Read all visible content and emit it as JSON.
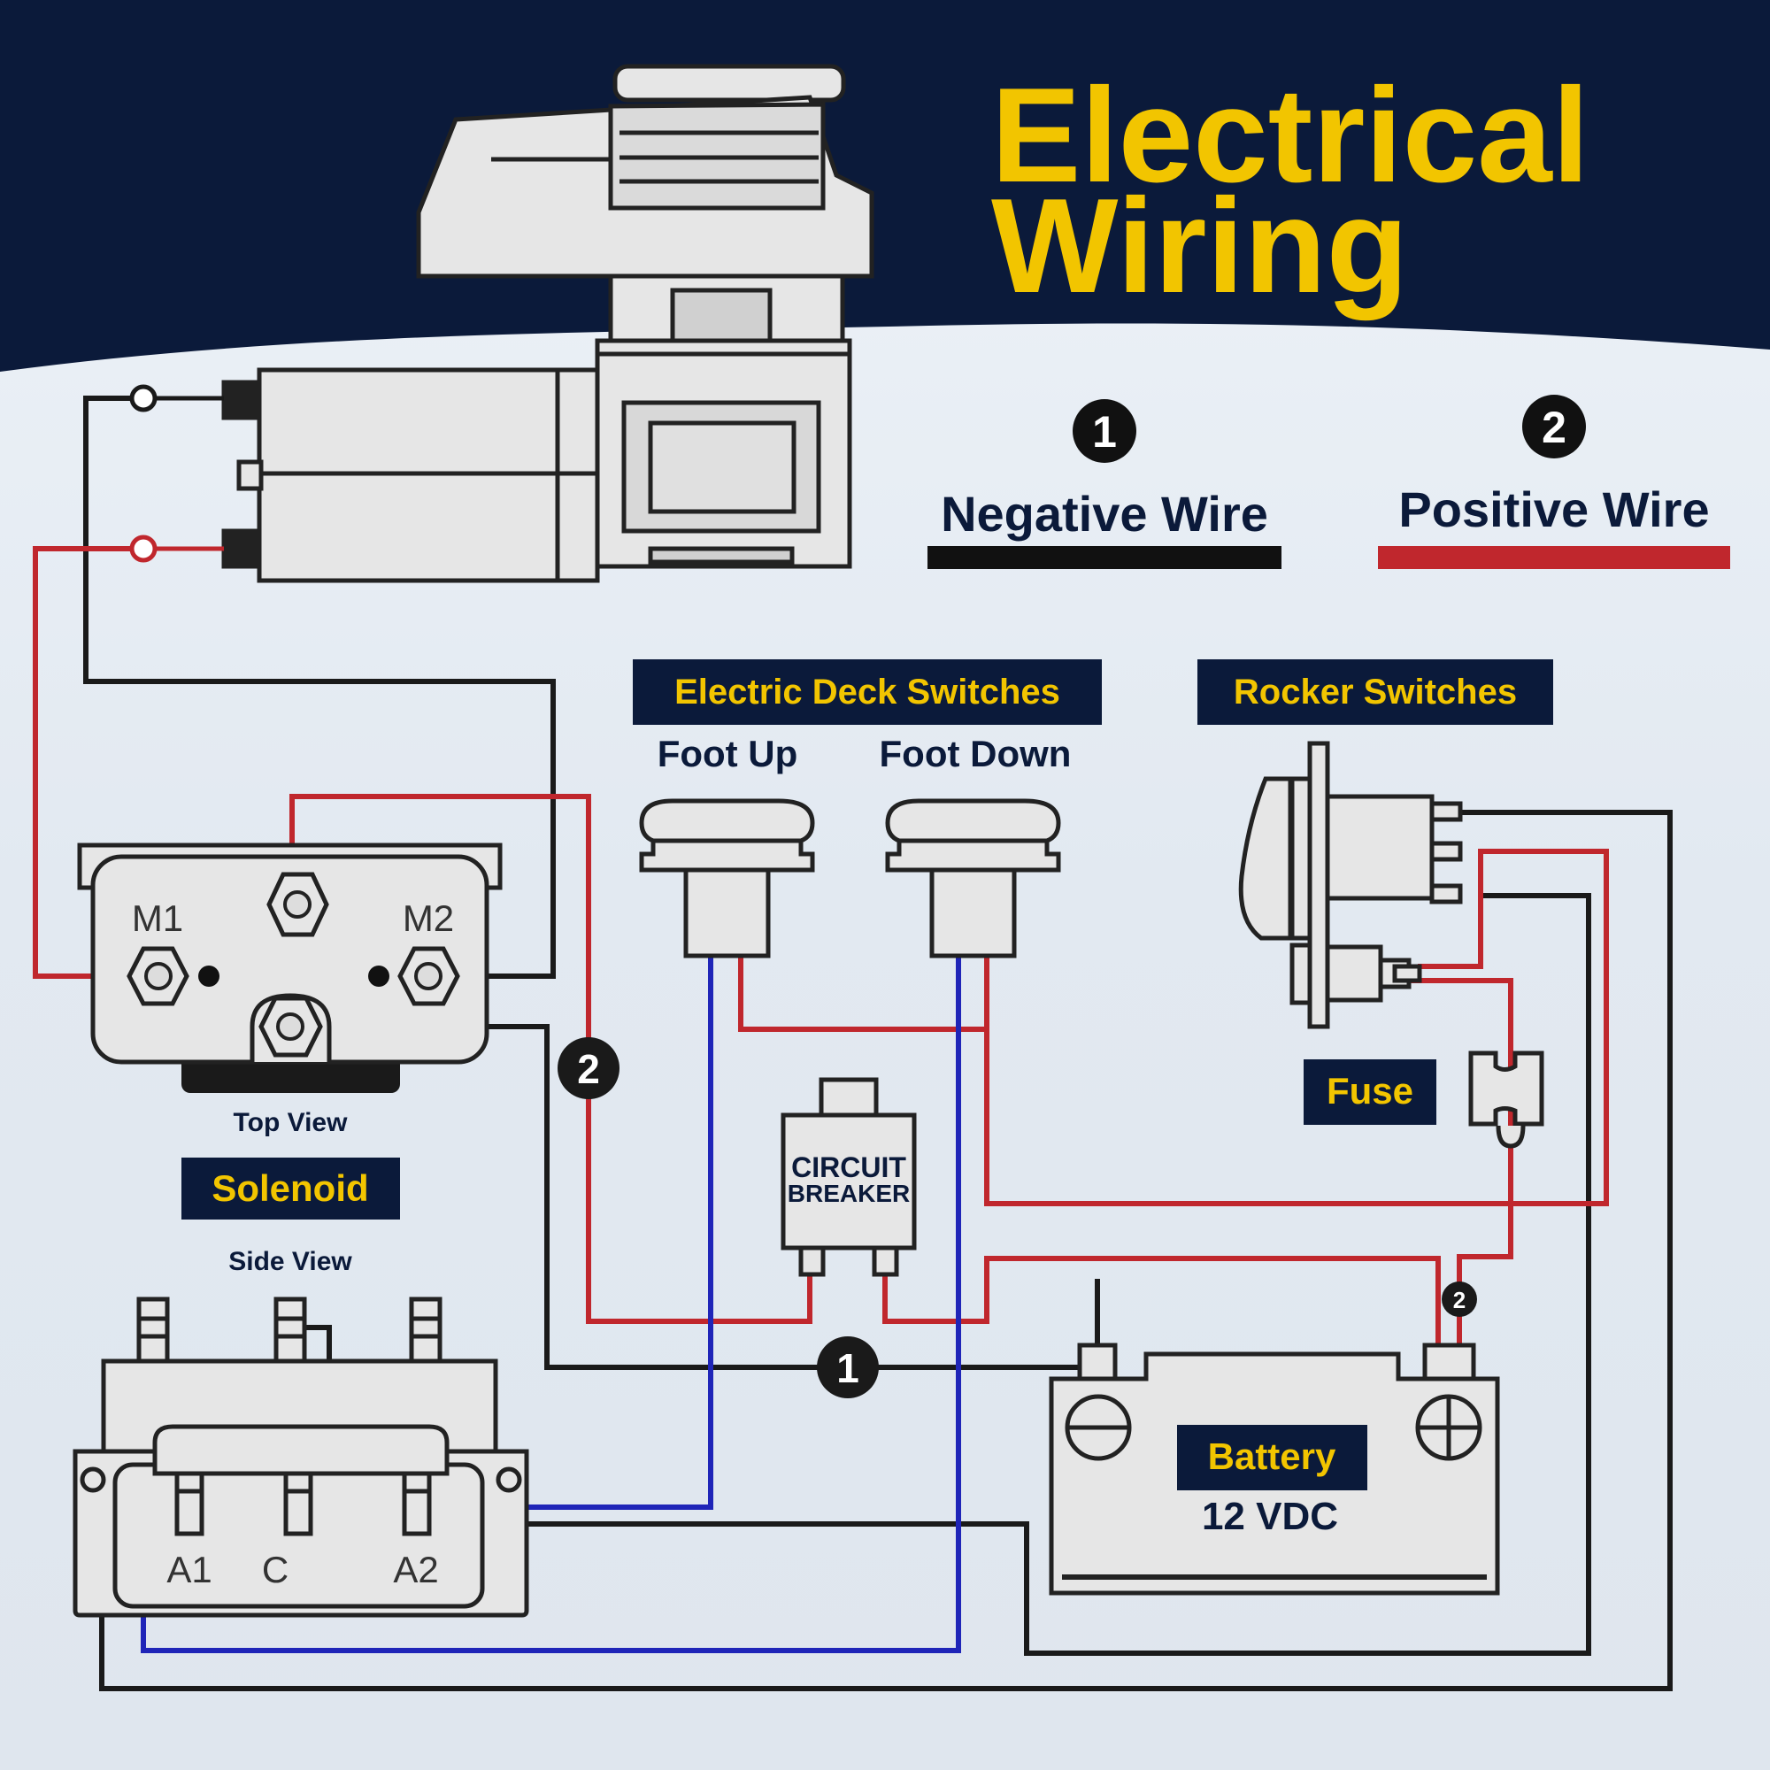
{
  "title": {
    "line1": "Electrical",
    "line2": "Wiring"
  },
  "legend": {
    "negative": {
      "badge": "1",
      "label": "Negative Wire"
    },
    "positive": {
      "badge": "2",
      "label": "Positive Wire"
    }
  },
  "deck_switches": {
    "header": "Electric Deck Switches",
    "foot_up": "Foot Up",
    "foot_down": "Foot Down"
  },
  "rocker": {
    "header": "Rocker Switches"
  },
  "fuse": {
    "label": "Fuse"
  },
  "solenoid": {
    "label": "Solenoid",
    "top_view_label": "Top View",
    "side_view_label": "Side View",
    "terminals_top": {
      "m1": "M1",
      "m2": "M2"
    },
    "terminals_side": {
      "a1": "A1",
      "c": "C",
      "a2": "A2"
    }
  },
  "circuit_breaker": {
    "line1": "CIRCUIT",
    "line2": "BREAKER"
  },
  "battery": {
    "label": "Battery",
    "voltage": "12 VDC"
  },
  "wire_badges": {
    "mid_left": "2",
    "bottom_center": "1",
    "battery_positive": "2"
  },
  "colors": {
    "negative_wire": "#1a1a1a",
    "positive_wire": "#c0272d",
    "control_wire": "#1f25b8",
    "title_yellow": "#f2c500",
    "navy": "#0b1a3a"
  }
}
